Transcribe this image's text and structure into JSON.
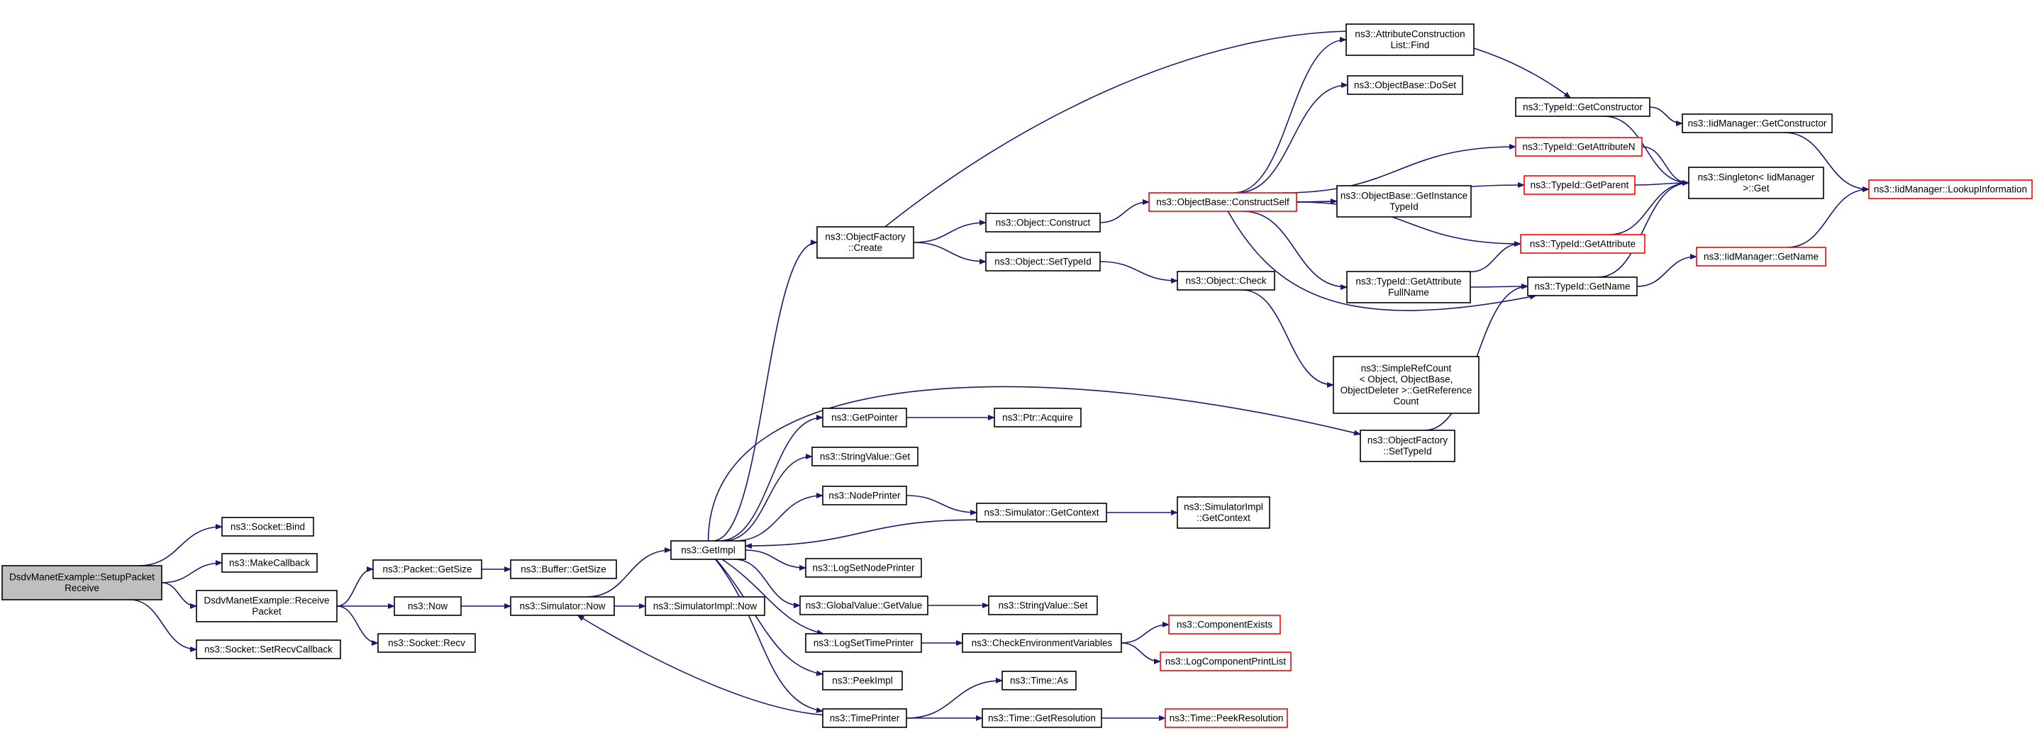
{
  "graph": {
    "type": "call-graph",
    "edge_color": "#191970",
    "root_fill": "#bfbfbf",
    "incomplete_border": "#ff0000",
    "nodes": [
      {
        "id": "root",
        "lines": [
          "DsdvManetExample::SetupPacket",
          "Receive"
        ],
        "style": "root"
      },
      {
        "id": "socket_bind",
        "lines": [
          "ns3::Socket::Bind"
        ]
      },
      {
        "id": "make_callback",
        "lines": [
          "ns3::MakeCallback"
        ]
      },
      {
        "id": "receive_packet",
        "lines": [
          "DsdvManetExample::Receive",
          "Packet"
        ]
      },
      {
        "id": "set_recv_callback",
        "lines": [
          "ns3::Socket::SetRecvCallback"
        ]
      },
      {
        "id": "packet_getsize",
        "lines": [
          "ns3::Packet::GetSize"
        ]
      },
      {
        "id": "now",
        "lines": [
          "ns3::Now"
        ]
      },
      {
        "id": "socket_recv",
        "lines": [
          "ns3::Socket::Recv"
        ]
      },
      {
        "id": "buffer_getsize",
        "lines": [
          "ns3::Buffer::GetSize"
        ]
      },
      {
        "id": "simulator_now",
        "lines": [
          "ns3::Simulator::Now"
        ]
      },
      {
        "id": "simimpl_now",
        "lines": [
          "ns3::SimulatorImpl::Now"
        ]
      },
      {
        "id": "getimpl",
        "lines": [
          "ns3::GetImpl"
        ]
      },
      {
        "id": "objfactory_create",
        "lines": [
          "ns3::ObjectFactory",
          "::Create"
        ]
      },
      {
        "id": "getpointer",
        "lines": [
          "ns3::GetPointer"
        ]
      },
      {
        "id": "stringvalue_get",
        "lines": [
          "ns3::StringValue::Get"
        ]
      },
      {
        "id": "nodeprinter",
        "lines": [
          "ns3::NodePrinter"
        ]
      },
      {
        "id": "logsetnodeprinter",
        "lines": [
          "ns3::LogSetNodePrinter"
        ]
      },
      {
        "id": "globalvalue_getvalue",
        "lines": [
          "ns3::GlobalValue::GetValue"
        ]
      },
      {
        "id": "logsettimeprinter",
        "lines": [
          "ns3::LogSetTimePrinter"
        ]
      },
      {
        "id": "peekimpl",
        "lines": [
          "ns3::PeekImpl"
        ]
      },
      {
        "id": "timeprinter",
        "lines": [
          "ns3::TimePrinter"
        ]
      },
      {
        "id": "object_construct",
        "lines": [
          "ns3::Object::Construct"
        ]
      },
      {
        "id": "object_settypeid",
        "lines": [
          "ns3::Object::SetTypeId"
        ]
      },
      {
        "id": "ptr_acquire",
        "lines": [
          "ns3::Ptr::Acquire"
        ]
      },
      {
        "id": "simulator_getcontext",
        "lines": [
          "ns3::Simulator::GetContext"
        ]
      },
      {
        "id": "stringvalue_set",
        "lines": [
          "ns3::StringValue::Set"
        ]
      },
      {
        "id": "checkenv",
        "lines": [
          "ns3::CheckEnvironmentVariables"
        ]
      },
      {
        "id": "time_as",
        "lines": [
          "ns3::Time::As"
        ]
      },
      {
        "id": "time_getresolution",
        "lines": [
          "ns3::Time::GetResolution"
        ]
      },
      {
        "id": "objbase_constructself",
        "lines": [
          "ns3::ObjectBase::ConstructSelf"
        ],
        "style": "red"
      },
      {
        "id": "object_check",
        "lines": [
          "ns3::Object::Check"
        ]
      },
      {
        "id": "simimpl_getcontext",
        "lines": [
          "ns3::SimulatorImpl",
          "::GetContext"
        ]
      },
      {
        "id": "componentexists",
        "lines": [
          "ns3::ComponentExists"
        ],
        "style": "red"
      },
      {
        "id": "logcomponentprintlist",
        "lines": [
          "ns3::LogComponentPrintList"
        ],
        "style": "red"
      },
      {
        "id": "time_peekresolution",
        "lines": [
          "ns3::Time::PeekResolution"
        ],
        "style": "red"
      },
      {
        "id": "attrconstructionlist_find",
        "lines": [
          "ns3::AttributeConstruction",
          "List::Find"
        ]
      },
      {
        "id": "objbase_doset",
        "lines": [
          "ns3::ObjectBase::DoSet"
        ]
      },
      {
        "id": "objbase_getinstancetypeid",
        "lines": [
          "ns3::ObjectBase::GetInstance",
          "TypeId"
        ]
      },
      {
        "id": "typeid_getattributefullname",
        "lines": [
          "ns3::TypeId::GetAttribute",
          "FullName"
        ]
      },
      {
        "id": "simplerefcount",
        "lines": [
          "ns3::SimpleRefCount",
          "< Object, ObjectBase,",
          "ObjectDeleter >::GetReference",
          "Count"
        ]
      },
      {
        "id": "objfactory_settypeid",
        "lines": [
          "ns3::ObjectFactory",
          "::SetTypeId"
        ]
      },
      {
        "id": "typeid_getconstructor",
        "lines": [
          "ns3::TypeId::GetConstructor"
        ]
      },
      {
        "id": "typeid_getattributen",
        "lines": [
          "ns3::TypeId::GetAttributeN"
        ],
        "style": "red"
      },
      {
        "id": "typeid_getparent",
        "lines": [
          "ns3::TypeId::GetParent"
        ],
        "style": "red"
      },
      {
        "id": "typeid_getattribute",
        "lines": [
          "ns3::TypeId::GetAttribute"
        ],
        "style": "red"
      },
      {
        "id": "typeid_getname",
        "lines": [
          "ns3::TypeId::GetName"
        ]
      },
      {
        "id": "iidmanager_getconstructor",
        "lines": [
          "ns3::IidManager::GetConstructor"
        ]
      },
      {
        "id": "singleton_get",
        "lines": [
          "ns3::Singleton< IidManager",
          ">::Get"
        ]
      },
      {
        "id": "iidmanager_getname",
        "lines": [
          "ns3::IidManager::GetName"
        ],
        "style": "red"
      },
      {
        "id": "iidmanager_lookupinformation",
        "lines": [
          "ns3::IidManager::LookupInformation"
        ],
        "style": "red"
      }
    ],
    "edges": [
      [
        "root",
        "socket_bind"
      ],
      [
        "root",
        "make_callback"
      ],
      [
        "root",
        "receive_packet"
      ],
      [
        "root",
        "set_recv_callback"
      ],
      [
        "receive_packet",
        "packet_getsize"
      ],
      [
        "receive_packet",
        "now"
      ],
      [
        "receive_packet",
        "socket_recv"
      ],
      [
        "packet_getsize",
        "buffer_getsize"
      ],
      [
        "now",
        "simulator_now"
      ],
      [
        "simulator_now",
        "getimpl"
      ],
      [
        "simulator_now",
        "simimpl_now"
      ],
      [
        "getimpl",
        "objfactory_create"
      ],
      [
        "getimpl",
        "getpointer"
      ],
      [
        "getimpl",
        "stringvalue_get"
      ],
      [
        "getimpl",
        "nodeprinter"
      ],
      [
        "getimpl",
        "logsetnodeprinter"
      ],
      [
        "getimpl",
        "globalvalue_getvalue"
      ],
      [
        "getimpl",
        "logsettimeprinter"
      ],
      [
        "getimpl",
        "peekimpl"
      ],
      [
        "getimpl",
        "timeprinter"
      ],
      [
        "getimpl",
        "objfactory_settypeid"
      ],
      [
        "objfactory_create",
        "object_construct"
      ],
      [
        "objfactory_create",
        "object_settypeid"
      ],
      [
        "objfactory_create",
        "typeid_getconstructor"
      ],
      [
        "getpointer",
        "ptr_acquire"
      ],
      [
        "nodeprinter",
        "simulator_getcontext"
      ],
      [
        "simulator_getcontext",
        "getimpl"
      ],
      [
        "simulator_getcontext",
        "simimpl_getcontext"
      ],
      [
        "globalvalue_getvalue",
        "stringvalue_set"
      ],
      [
        "logsettimeprinter",
        "checkenv"
      ],
      [
        "checkenv",
        "componentexists"
      ],
      [
        "checkenv",
        "logcomponentprintlist"
      ],
      [
        "timeprinter",
        "time_as"
      ],
      [
        "timeprinter",
        "time_getresolution"
      ],
      [
        "timeprinter",
        "simulator_now"
      ],
      [
        "time_getresolution",
        "time_peekresolution"
      ],
      [
        "object_construct",
        "objbase_constructself"
      ],
      [
        "object_settypeid",
        "object_check"
      ],
      [
        "object_check",
        "simplerefcount"
      ],
      [
        "objbase_constructself",
        "attrconstructionlist_find"
      ],
      [
        "objbase_constructself",
        "objbase_doset"
      ],
      [
        "objbase_constructself",
        "objbase_getinstancetypeid"
      ],
      [
        "objbase_constructself",
        "typeid_getattributefullname"
      ],
      [
        "objbase_constructself",
        "typeid_getattributen"
      ],
      [
        "objbase_constructself",
        "typeid_getparent"
      ],
      [
        "objbase_constructself",
        "typeid_getattribute"
      ],
      [
        "objbase_constructself",
        "typeid_getname"
      ],
      [
        "typeid_getattributefullname",
        "typeid_getattribute"
      ],
      [
        "typeid_getattributefullname",
        "typeid_getname"
      ],
      [
        "objfactory_settypeid",
        "typeid_getname"
      ],
      [
        "typeid_getconstructor",
        "iidmanager_getconstructor"
      ],
      [
        "typeid_getconstructor",
        "singleton_get"
      ],
      [
        "typeid_getattributen",
        "singleton_get"
      ],
      [
        "typeid_getparent",
        "singleton_get"
      ],
      [
        "typeid_getattribute",
        "singleton_get"
      ],
      [
        "typeid_getname",
        "singleton_get"
      ],
      [
        "typeid_getname",
        "iidmanager_getname"
      ],
      [
        "iidmanager_getconstructor",
        "iidmanager_lookupinformation"
      ],
      [
        "iidmanager_getname",
        "iidmanager_lookupinformation"
      ]
    ]
  }
}
